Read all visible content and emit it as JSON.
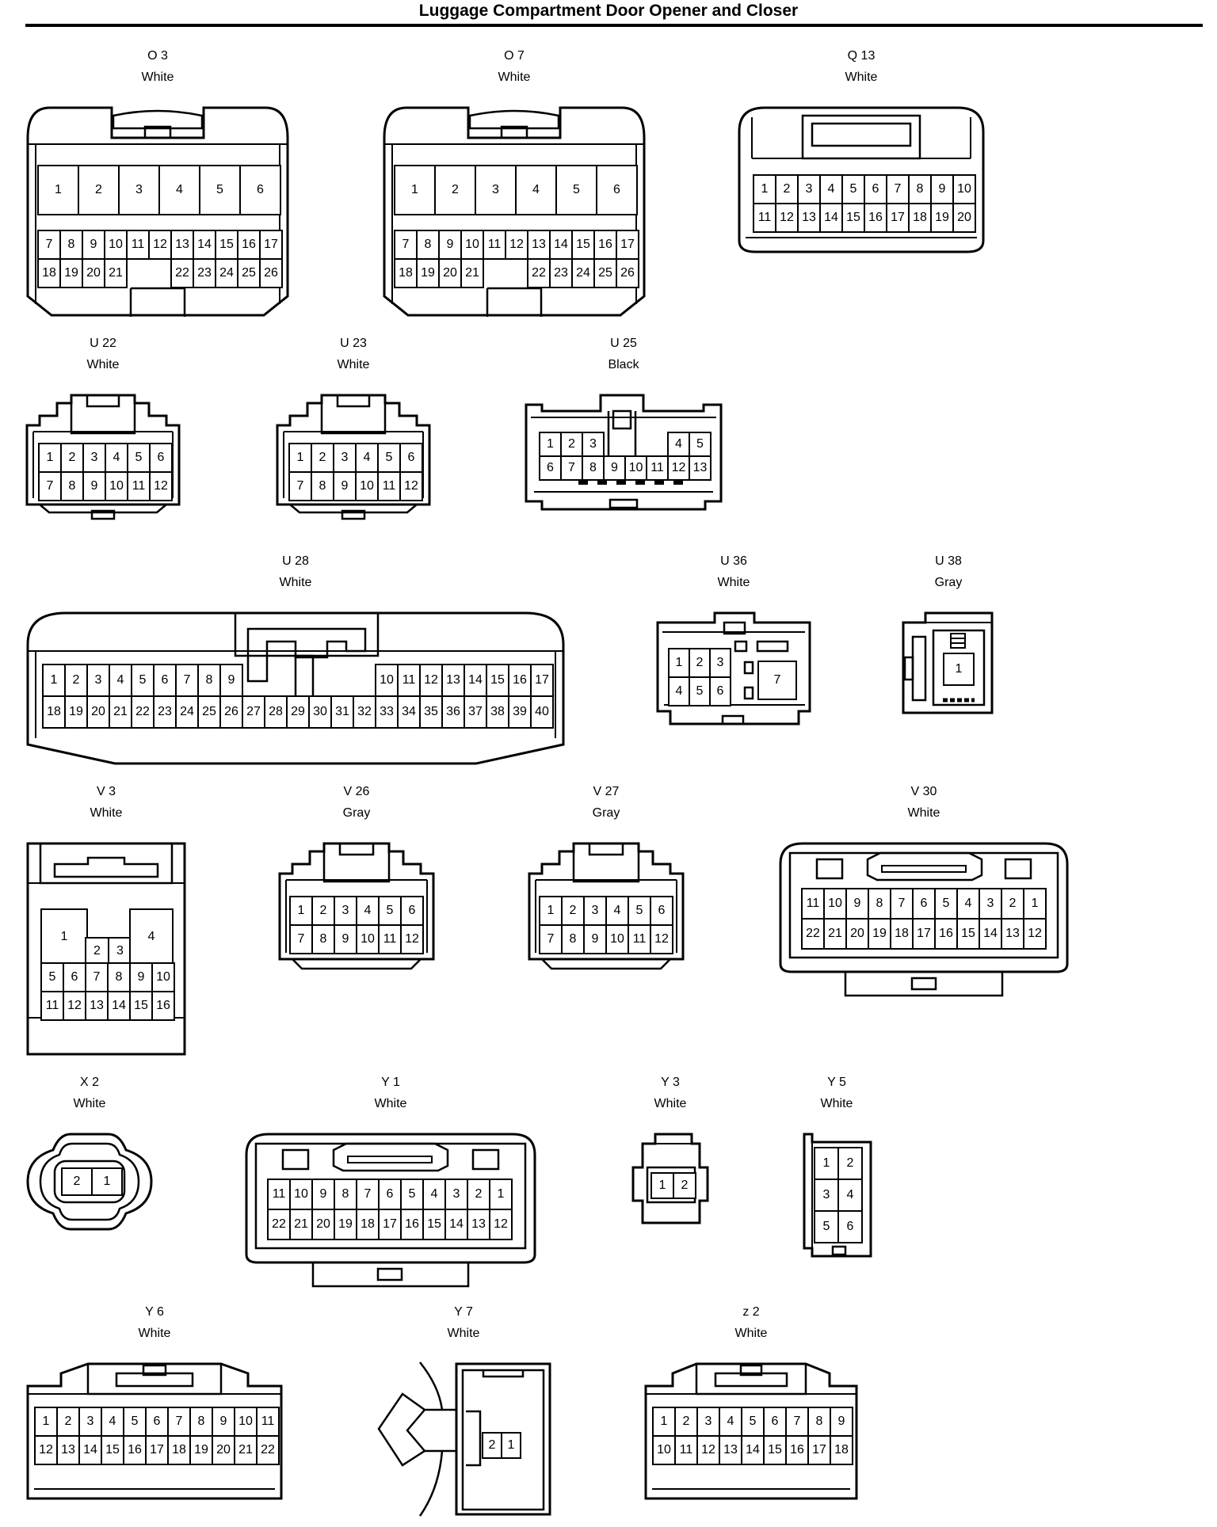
{
  "title": "Luggage Compartment Door Opener and Closer",
  "connectors": [
    {
      "key": "O3",
      "id": "O 3",
      "color": "White",
      "grids": [
        {
          "cols": 6,
          "pins": [
            "1",
            "2",
            "3",
            "4",
            "5",
            "6"
          ]
        },
        {
          "cols": 11,
          "pins": [
            "7",
            "8",
            "9",
            "10",
            "11",
            "12",
            "13",
            "14",
            "15",
            "16",
            "17",
            "18",
            "19",
            "20",
            "21",
            "",
            "",
            "22",
            "23",
            "24",
            "25",
            "26"
          ]
        }
      ]
    },
    {
      "key": "O7",
      "id": "O 7",
      "color": "White",
      "grids": [
        {
          "cols": 6,
          "pins": [
            "1",
            "2",
            "3",
            "4",
            "5",
            "6"
          ]
        },
        {
          "cols": 11,
          "pins": [
            "7",
            "8",
            "9",
            "10",
            "11",
            "12",
            "13",
            "14",
            "15",
            "16",
            "17",
            "18",
            "19",
            "20",
            "21",
            "",
            "",
            "22",
            "23",
            "24",
            "25",
            "26"
          ]
        }
      ]
    },
    {
      "key": "Q13",
      "id": "Q 13",
      "color": "White",
      "grids": [
        {
          "cols": 10,
          "pins": [
            "1",
            "2",
            "3",
            "4",
            "5",
            "6",
            "7",
            "8",
            "9",
            "10",
            "11",
            "12",
            "13",
            "14",
            "15",
            "16",
            "17",
            "18",
            "19",
            "20"
          ]
        }
      ]
    },
    {
      "key": "U22",
      "id": "U 22",
      "color": "White",
      "grids": [
        {
          "cols": 6,
          "pins": [
            "1",
            "2",
            "3",
            "4",
            "5",
            "6",
            "7",
            "8",
            "9",
            "10",
            "11",
            "12"
          ]
        }
      ]
    },
    {
      "key": "U23",
      "id": "U 23",
      "color": "White",
      "grids": [
        {
          "cols": 6,
          "pins": [
            "1",
            "2",
            "3",
            "4",
            "5",
            "6",
            "7",
            "8",
            "9",
            "10",
            "11",
            "12"
          ]
        }
      ]
    },
    {
      "key": "U25",
      "id": "U 25",
      "color": "Black",
      "grids": [
        {
          "cols": 8,
          "pins": [
            "1",
            "2",
            "3",
            "",
            "",
            "",
            "4",
            "5",
            "6",
            "7",
            "8",
            "9",
            "10",
            "11",
            "12",
            "13"
          ]
        }
      ]
    },
    {
      "key": "U28",
      "id": "U 28",
      "color": "White",
      "grids": [
        {
          "cols": 23,
          "pins": [
            "1",
            "2",
            "3",
            "4",
            "5",
            "6",
            "7",
            "8",
            "9",
            "",
            "",
            "",
            "",
            "",
            "",
            "10",
            "11",
            "12",
            "13",
            "14",
            "15",
            "16",
            "17",
            "18",
            "19",
            "20",
            "21",
            "22",
            "23",
            "24",
            "25",
            "26",
            "27",
            "28",
            "29",
            "30",
            "31",
            "32",
            "33",
            "34",
            "35",
            "36",
            "37",
            "38",
            "39",
            "40"
          ]
        }
      ]
    },
    {
      "key": "U36",
      "id": "U 36",
      "color": "White",
      "grids": [
        {
          "cols": 3,
          "pins": [
            "1",
            "2",
            "3",
            "4",
            "5",
            "6"
          ]
        },
        {
          "cols": 1,
          "pins": [
            "7"
          ]
        }
      ]
    },
    {
      "key": "U38",
      "id": "U 38",
      "color": "Gray",
      "grids": [
        {
          "cols": 1,
          "pins": [
            "1"
          ]
        }
      ]
    },
    {
      "key": "V3",
      "id": "V 3",
      "color": "White",
      "grids": [
        {
          "cols": 1,
          "pins": [
            "1"
          ]
        },
        {
          "cols": 2,
          "pins": [
            "2",
            "3"
          ]
        },
        {
          "cols": 1,
          "pins": [
            "4"
          ]
        },
        {
          "cols": 6,
          "pins": [
            "5",
            "6",
            "7",
            "8",
            "9",
            "10",
            "11",
            "12",
            "13",
            "14",
            "15",
            "16"
          ]
        }
      ]
    },
    {
      "key": "V26",
      "id": "V 26",
      "color": "Gray",
      "grids": [
        {
          "cols": 6,
          "pins": [
            "1",
            "2",
            "3",
            "4",
            "5",
            "6",
            "7",
            "8",
            "9",
            "10",
            "11",
            "12"
          ]
        }
      ]
    },
    {
      "key": "V27",
      "id": "V 27",
      "color": "Gray",
      "grids": [
        {
          "cols": 6,
          "pins": [
            "1",
            "2",
            "3",
            "4",
            "5",
            "6",
            "7",
            "8",
            "9",
            "10",
            "11",
            "12"
          ]
        }
      ]
    },
    {
      "key": "V30",
      "id": "V 30",
      "color": "White",
      "grids": [
        {
          "cols": 11,
          "pins": [
            "11",
            "10",
            "9",
            "8",
            "7",
            "6",
            "5",
            "4",
            "3",
            "2",
            "1",
            "22",
            "21",
            "20",
            "19",
            "18",
            "17",
            "16",
            "15",
            "14",
            "13",
            "12"
          ]
        }
      ]
    },
    {
      "key": "X2",
      "id": "X 2",
      "color": "White",
      "grids": [
        {
          "cols": 2,
          "pins": [
            "2",
            "1"
          ]
        }
      ]
    },
    {
      "key": "Y1",
      "id": "Y 1",
      "color": "White",
      "grids": [
        {
          "cols": 11,
          "pins": [
            "11",
            "10",
            "9",
            "8",
            "7",
            "6",
            "5",
            "4",
            "3",
            "2",
            "1",
            "22",
            "21",
            "20",
            "19",
            "18",
            "17",
            "16",
            "15",
            "14",
            "13",
            "12"
          ]
        }
      ]
    },
    {
      "key": "Y3",
      "id": "Y 3",
      "color": "White",
      "grids": [
        {
          "cols": 2,
          "pins": [
            "1",
            "2"
          ]
        }
      ]
    },
    {
      "key": "Y5",
      "id": "Y 5",
      "color": "White",
      "grids": [
        {
          "cols": 2,
          "pins": [
            "1",
            "2",
            "3",
            "4",
            "5",
            "6"
          ]
        }
      ]
    },
    {
      "key": "Y6",
      "id": "Y 6",
      "color": "White",
      "grids": [
        {
          "cols": 11,
          "pins": [
            "1",
            "2",
            "3",
            "4",
            "5",
            "6",
            "7",
            "8",
            "9",
            "10",
            "11",
            "12",
            "13",
            "14",
            "15",
            "16",
            "17",
            "18",
            "19",
            "20",
            "21",
            "22"
          ]
        }
      ]
    },
    {
      "key": "Y7",
      "id": "Y 7",
      "color": "White",
      "grids": [
        {
          "cols": 2,
          "pins": [
            "2",
            "1"
          ]
        }
      ]
    },
    {
      "key": "z2",
      "id": "z 2",
      "color": "White",
      "grids": [
        {
          "cols": 9,
          "pins": [
            "1",
            "2",
            "3",
            "4",
            "5",
            "6",
            "7",
            "8",
            "9",
            "10",
            "11",
            "12",
            "13",
            "14",
            "15",
            "16",
            "17",
            "18"
          ]
        }
      ]
    }
  ]
}
